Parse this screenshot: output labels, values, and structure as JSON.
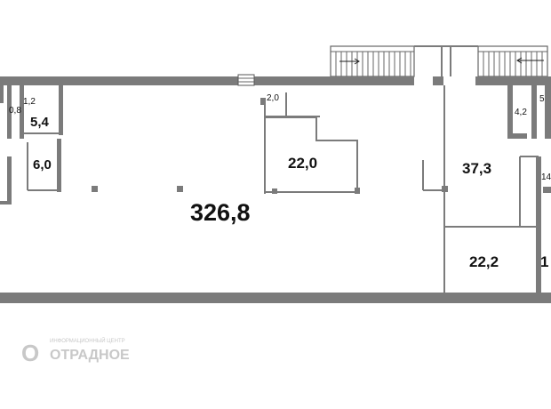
{
  "rooms": {
    "main_hall": "326,8",
    "room_22_0": "22,0",
    "room_37_3": "37,3",
    "room_22_2": "22,2",
    "room_6_0": "6,0",
    "room_5_4": "5,4",
    "room_4_2": "4,2",
    "room_2_0": "2,0",
    "room_1_2": "1,2",
    "room_0_8": "0,8",
    "room_partial_14": "14",
    "room_partial_5": "5",
    "room_partial_1": "1"
  },
  "watermark": {
    "main": "ОТРАДНОЕ",
    "sub": "ИНФОРМАЦИОННЫЙ ЦЕНТР"
  },
  "colors": {
    "wall": "#7b7b7b",
    "background": "#ffffff",
    "text": "#111111"
  }
}
